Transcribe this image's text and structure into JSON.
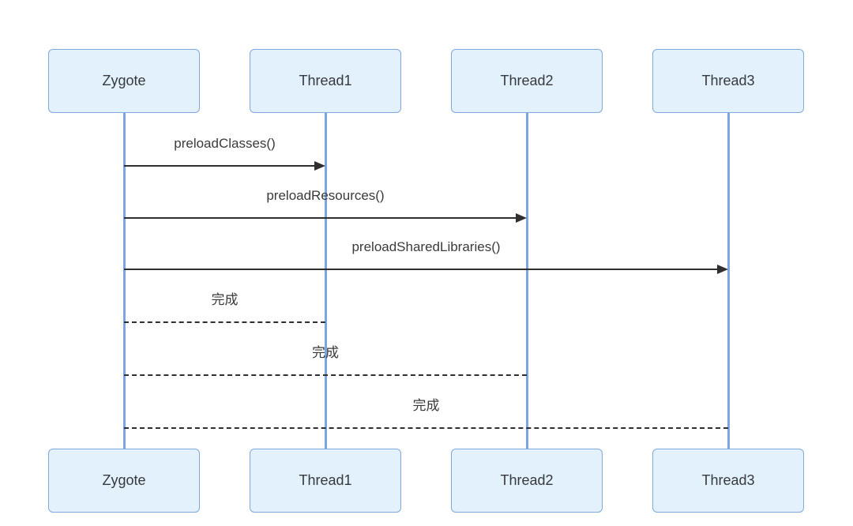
{
  "diagram": {
    "type": "sequence-diagram",
    "actors": [
      {
        "name": "Zygote"
      },
      {
        "name": "Thread1"
      },
      {
        "name": "Thread2"
      },
      {
        "name": "Thread3"
      }
    ],
    "messages": [
      {
        "label": "preloadClasses()",
        "from": "Zygote",
        "to": "Thread1",
        "style": "solid-arrow"
      },
      {
        "label": "preloadResources()",
        "from": "Zygote",
        "to": "Thread2",
        "style": "solid-arrow"
      },
      {
        "label": "preloadSharedLibraries()",
        "from": "Zygote",
        "to": "Thread3",
        "style": "solid-arrow"
      },
      {
        "label": "完成",
        "from": "Thread1",
        "to": "Zygote",
        "style": "dashed-return"
      },
      {
        "label": "完成",
        "from": "Thread2",
        "to": "Zygote",
        "style": "dashed-return"
      },
      {
        "label": "完成",
        "from": "Thread3",
        "to": "Zygote",
        "style": "dashed-return"
      }
    ],
    "colors": {
      "box_fill": "#e2f1fc",
      "box_border": "#7fa9dd",
      "lifeline": "#7aa6e4",
      "message_line": "#2f2f2f",
      "text": "#3a3a3a"
    }
  }
}
